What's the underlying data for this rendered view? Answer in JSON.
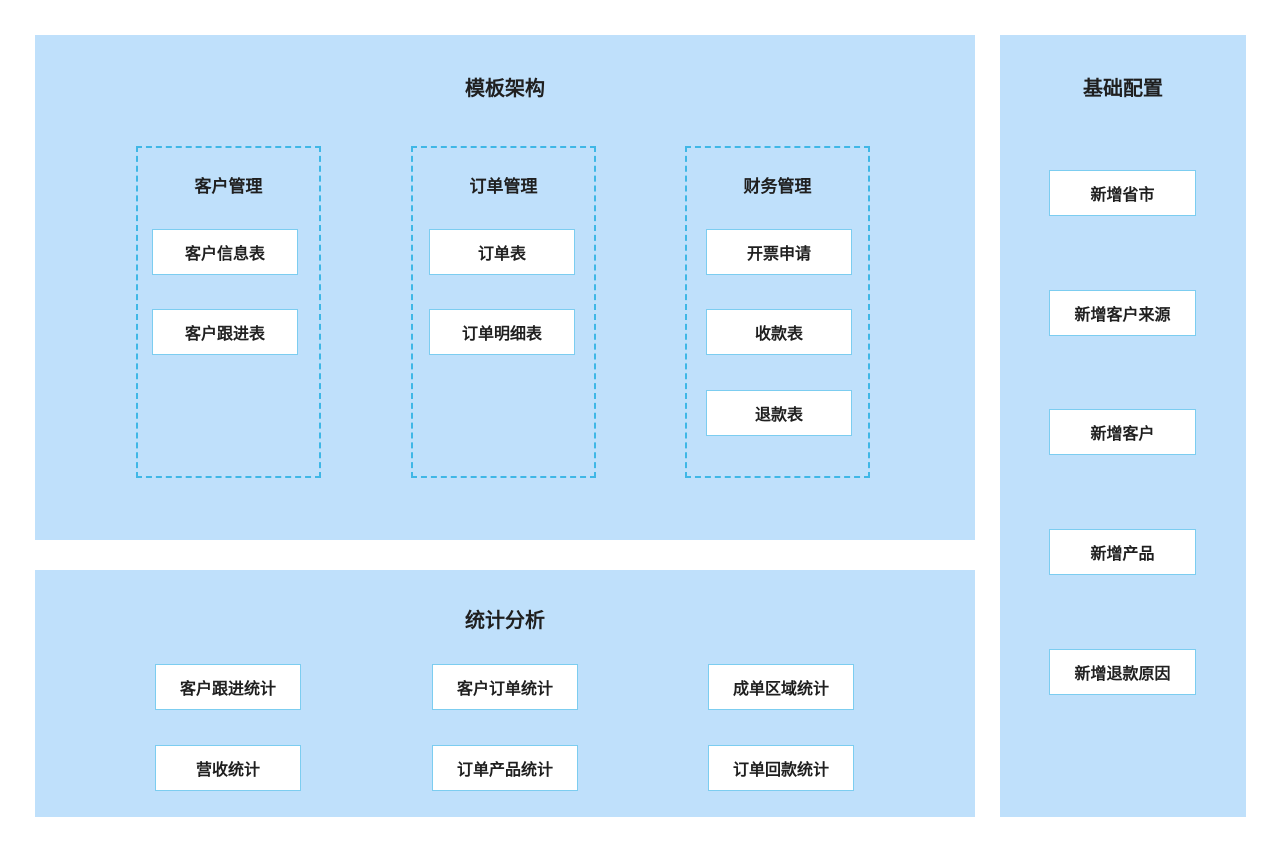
{
  "template": {
    "title": "模板架构",
    "groups": [
      {
        "title": "客户管理",
        "items": [
          "客户信息表",
          "客户跟进表"
        ]
      },
      {
        "title": "订单管理",
        "items": [
          "订单表",
          "订单明细表"
        ]
      },
      {
        "title": "财务管理",
        "items": [
          "开票申请",
          "收款表",
          "退款表"
        ]
      }
    ]
  },
  "stats": {
    "title": "统计分析",
    "items": [
      "客户跟进统计",
      "客户订单统计",
      "成单区域统计",
      "营收统计",
      "订单产品统计",
      "订单回款统计"
    ]
  },
  "config": {
    "title": "基础配置",
    "items": [
      "新增省市",
      "新增客户来源",
      "新增客户",
      "新增产品",
      "新增退款原因"
    ]
  },
  "colors": {
    "panel_bg": "#bfe0fb",
    "dashed_border": "#3fb7e6",
    "box_border": "#7ccdf0"
  }
}
